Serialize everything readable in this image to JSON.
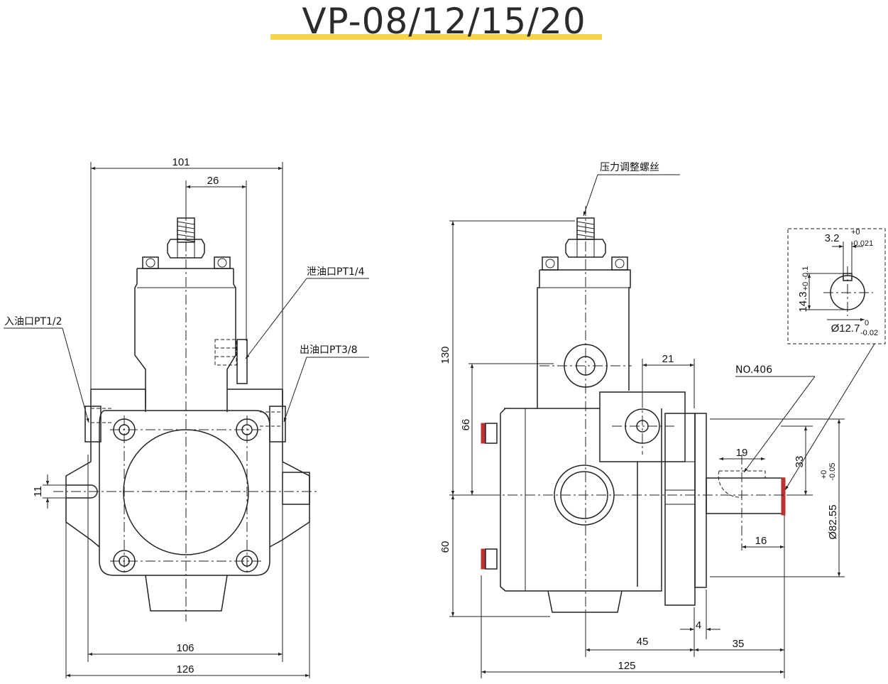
{
  "title": "VP-08/12/15/20",
  "colors": {
    "title_underline": "#f7d54a",
    "seal_accent": "#b33333",
    "line": "#222222"
  },
  "front_view": {
    "dims": {
      "top_width": "101",
      "adjust_offset": "26",
      "slot": "11",
      "flange_inner": "106",
      "flange_outer": "126"
    },
    "callouts": {
      "inlet": "入油口PT1/2",
      "drain": "泄油口PT1/4",
      "outlet": "出油口PT3/8"
    }
  },
  "side_view": {
    "dims": {
      "height_top": "130",
      "port_offset": "66",
      "height_bottom": "60",
      "port_width": "21",
      "key_len": "19",
      "shaft_h": "33",
      "pilot_dia": "Ø82.55",
      "pilot_tol_upper": "+0",
      "pilot_tol_lower": "-0.05",
      "shaft_len": "16",
      "d45": "45",
      "d4": "4",
      "d35": "35",
      "d125": "125"
    },
    "callouts": {
      "adjust_screw": "压力调整螺丝",
      "key": "NO.406"
    }
  },
  "detail": {
    "key_width": "3.2",
    "key_width_tol_upper": "+0",
    "key_width_tol_lower": "-0.021",
    "key_height": "14.3",
    "key_height_tol": "+0 -0.1",
    "shaft_dia": "Ø12.7",
    "shaft_dia_tol_upper": "0",
    "shaft_dia_tol_lower": "-0.02"
  }
}
